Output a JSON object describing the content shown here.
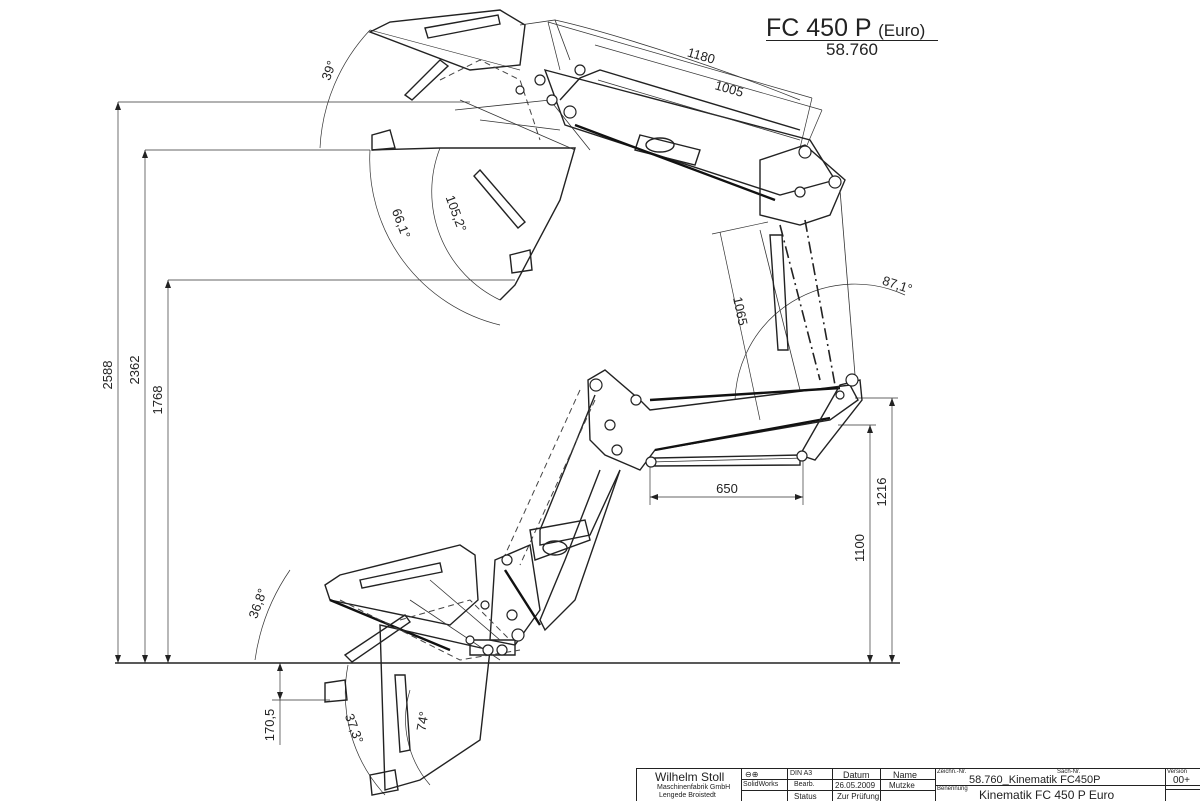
{
  "title": {
    "main": "FC 450 P",
    "variant": "(Euro)",
    "number": "58.760"
  },
  "dimensions": {
    "len_1180": "1180",
    "len_1005": "1005",
    "len_1065": "1065",
    "len_650": "650",
    "h_2588": "2588",
    "h_2362": "2362",
    "h_1768": "1768",
    "h_1216": "1216",
    "h_1100": "1100",
    "d_170_5": "170,5",
    "a_39": "39°",
    "a_66_1": "66,1°",
    "a_105_2": "105,2°",
    "a_87_1": "87,1°",
    "a_36_8": "36,8°",
    "a_37_3": "37,3°",
    "a_74": "74°"
  },
  "title_block": {
    "company": "Wilhelm Stoll",
    "company_sub1": "Maschinenfabrik GmbH",
    "company_sub2": "Lengede  Broistedt",
    "format": "DIN A3",
    "software": "SolidWorks",
    "bearb": "Bearb.",
    "status": "Status",
    "datum_h": "Datum",
    "datum": "26.05.2009",
    "zur_pruefung": "Zur Prüfung",
    "name_h": "Name",
    "name": "Mutzke",
    "zeichn_h": "Zeichn.-Nr.",
    "sach_h": "Sach-Nr.",
    "drawing_no": "58.760_Kinematik FC450P",
    "benennung_h": "Benennung",
    "benennung": "Kinematik FC 450 P Euro",
    "version_h": "Version",
    "version": "00+"
  }
}
